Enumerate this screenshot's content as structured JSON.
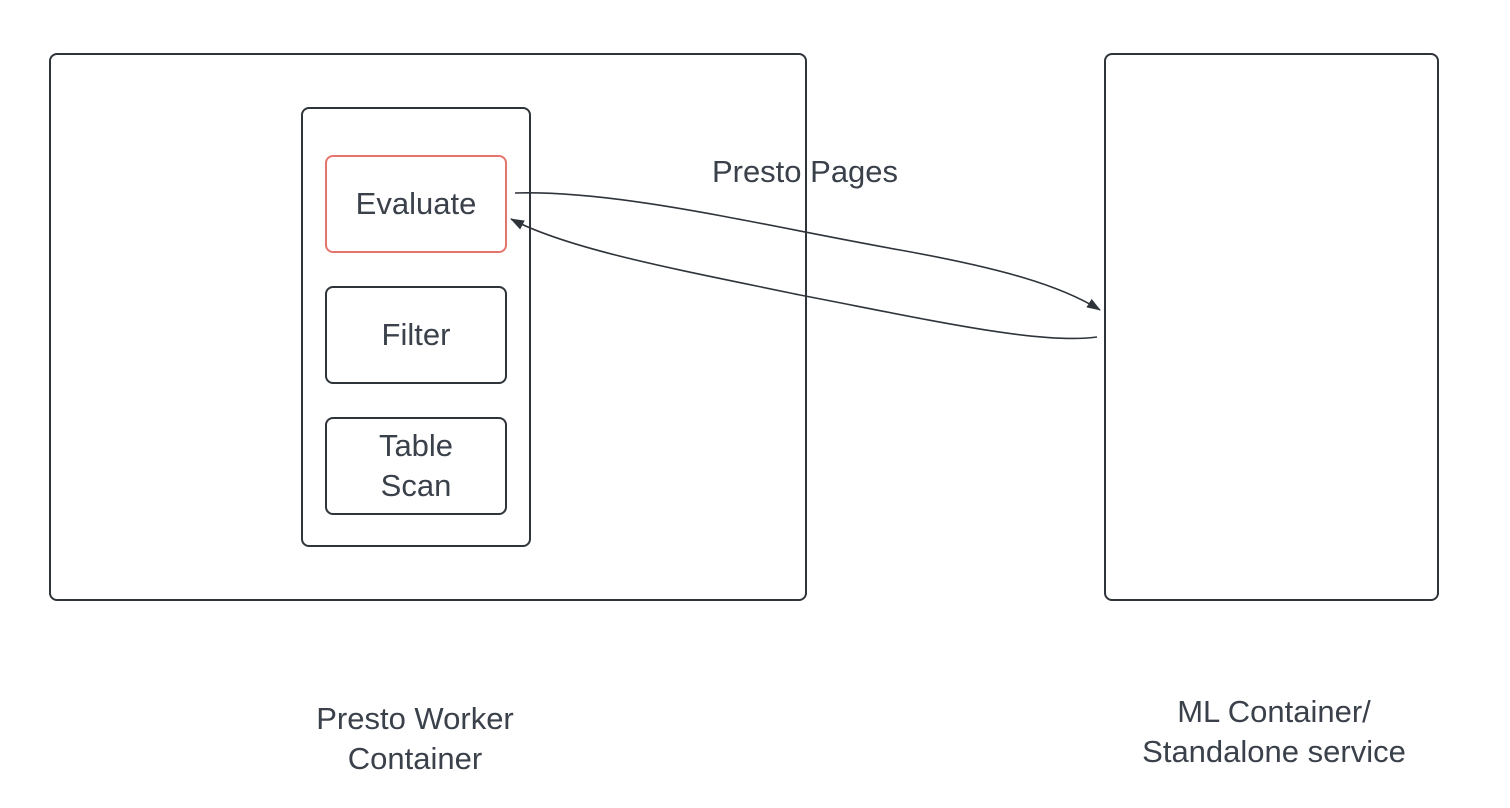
{
  "diagram": {
    "containers": {
      "worker": {
        "caption": "Presto Worker\nContainer"
      },
      "ml": {
        "caption": "ML Container/\nStandalone service"
      }
    },
    "operators": {
      "evaluate": "Evaluate",
      "filter": "Filter",
      "table_scan": "Table\nScan"
    },
    "edge_label": "Presto Pages"
  },
  "colors": {
    "stroke": "#2f343b",
    "highlight": "#e4746d",
    "text": "#3a414a"
  }
}
